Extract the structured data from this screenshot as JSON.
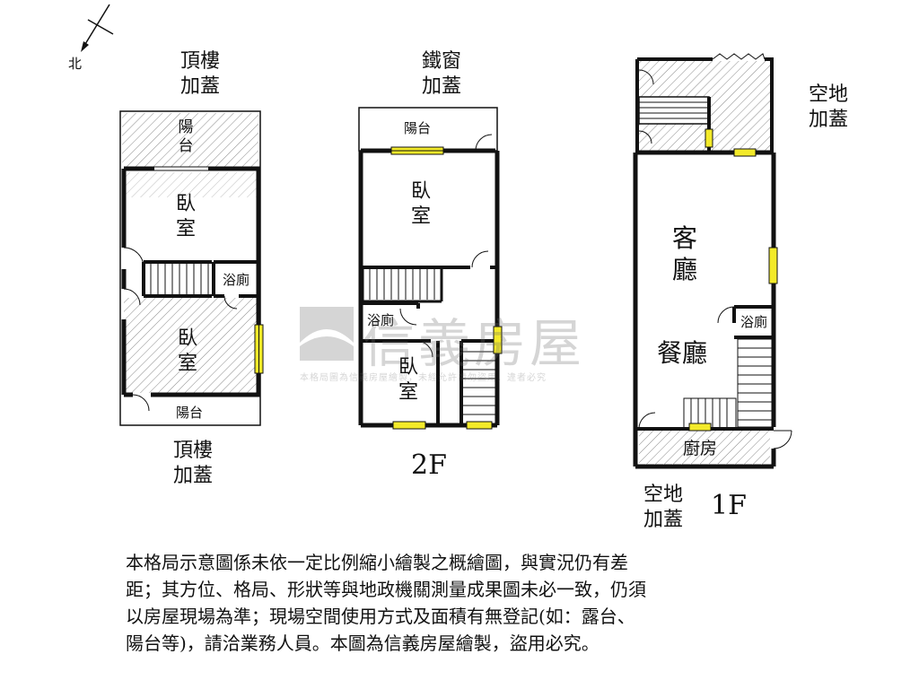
{
  "compass": {
    "label": "北"
  },
  "left_plan": {
    "top_label": "頂樓\n加蓋",
    "bottom_label": "頂樓\n加蓋",
    "balcony_top": "陽\n台",
    "bedroom_upper": "臥\n室",
    "bathroom": "浴廁",
    "bedroom_lower": "臥\n室",
    "balcony_bottom": "陽台"
  },
  "mid_plan": {
    "top_label": "鐵窗\n加蓋",
    "balcony": "陽台",
    "bedroom_upper": "臥\n室",
    "bathroom": "浴廁",
    "bedroom_lower": "臥\n室",
    "floor": "2F"
  },
  "right_plan": {
    "side_label": "空地\n加蓋",
    "living_room": "客\n廳",
    "bathroom": "浴廁",
    "dining_room": "餐廳",
    "kitchen": "廚房",
    "bottom_label": "空地\n加蓋",
    "floor": "1F"
  },
  "watermark": {
    "brand": "信義房屋",
    "notice": "本格局圖為信義房屋繪製，未經允許請勿盜用，違者必究"
  },
  "disclaimer": "本格局示意圖係未依一定比例縮小繪製之概繪圖，與實況仍有差距；其方位、格局、形狀等與地政機關測量成果圖未必一致，仍須以房屋現場為準；現場空間使用方式及面積有無登記(如：露台、陽台等)，請洽業務人員。本圖為信義房屋繪製，盜用必究。",
  "colors": {
    "wall": "#111111",
    "window": "#f3ea2a",
    "hatch": "#8a8a8a"
  }
}
